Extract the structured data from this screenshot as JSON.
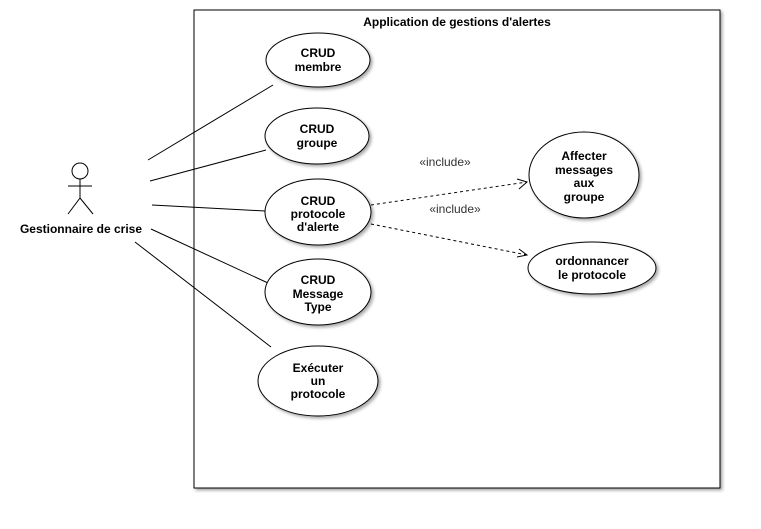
{
  "system": {
    "title": "Application de gestions d'alertes"
  },
  "actor": {
    "name": "Gestionnaire de crise"
  },
  "use_cases": {
    "crud_membre": [
      "CRUD",
      "membre"
    ],
    "crud_groupe": [
      "CRUD",
      "groupe"
    ],
    "crud_protocole": [
      "CRUD",
      "protocole",
      "d'alerte"
    ],
    "crud_message_type": [
      "CRUD",
      "Message",
      "Type"
    ],
    "executer_protocole": [
      "Exécuter",
      "un",
      "protocole"
    ],
    "affecter_messages": [
      "Affecter",
      "messages",
      "aux",
      "groupe"
    ],
    "ordonnancer_protocole": [
      "ordonnancer",
      "le protocole"
    ]
  },
  "relations": {
    "include_1": "«include»",
    "include_2": "«include»"
  },
  "colors": {
    "line": "#000000",
    "background": "#ffffff"
  }
}
